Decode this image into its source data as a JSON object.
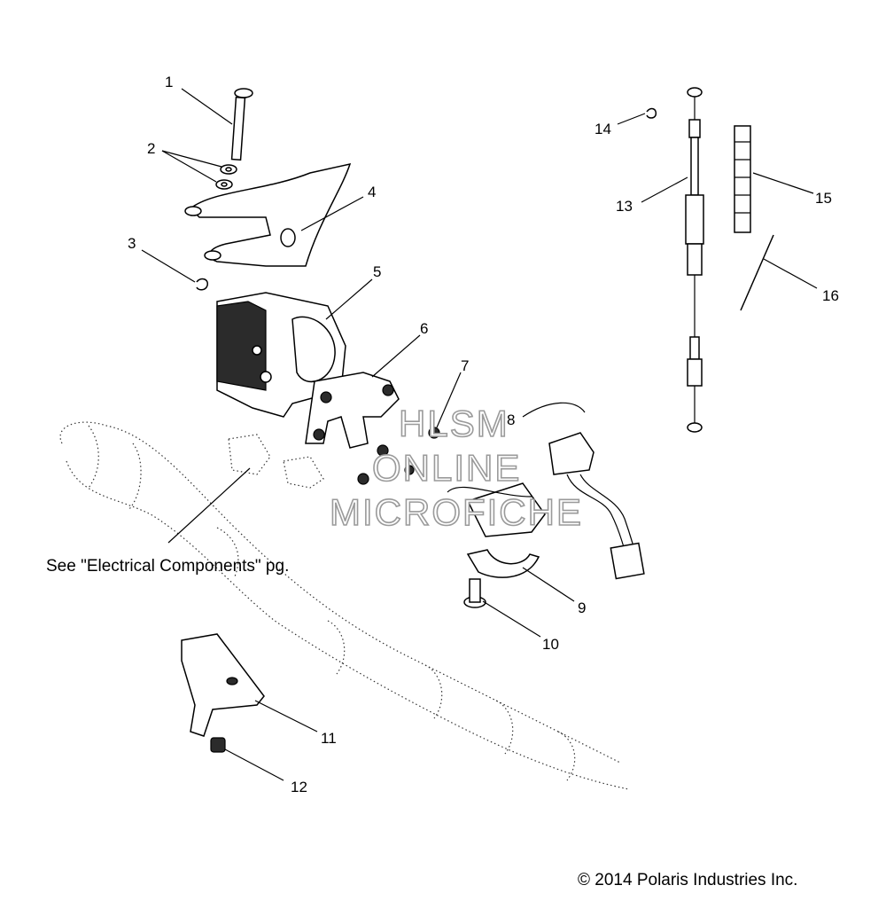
{
  "callouts": [
    "1",
    "2",
    "3",
    "4",
    "5",
    "6",
    "7",
    "8",
    "9",
    "10",
    "11",
    "12",
    "13",
    "14",
    "15",
    "16"
  ],
  "note": "See \"Electrical Components\" pg.",
  "copyright": "© 2014 Polaris Industries Inc.",
  "watermark": [
    "HLSM",
    "ONLINE",
    "MICROFICHE"
  ],
  "colors": {
    "line": "#000000",
    "watermark_outline": "#9a9a9a",
    "background": "#ffffff"
  }
}
